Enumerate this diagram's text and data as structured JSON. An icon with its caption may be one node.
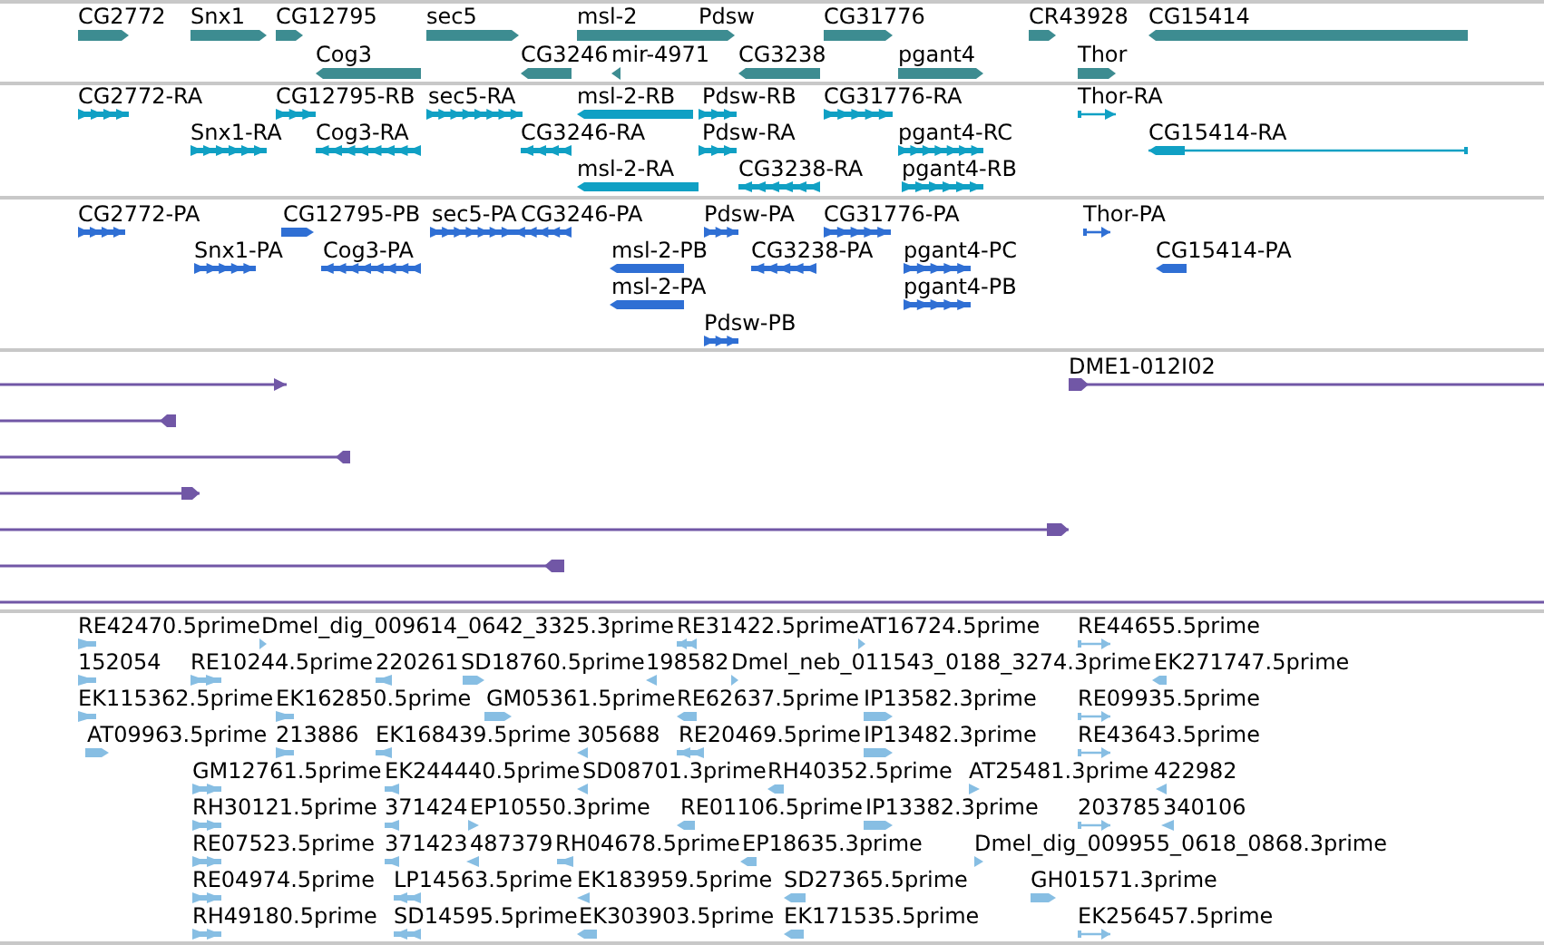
{
  "diagram": {
    "labels": [
      "CG2772",
      "Snx1",
      "CG12795",
      "sec5",
      "msl-2",
      "Pdsw",
      "CG31776",
      "CR43928",
      "CG15414",
      "Cog3",
      "CG3246",
      "mir-4971",
      "CG3238",
      "pgant4",
      "Thor",
      "CG2772-RA",
      "CG12795-RB",
      "sec5-RA",
      "msl-2-RB",
      "Pdsw-RB",
      "CG31776-RA",
      "Thor-RA",
      "Snx1-RA",
      "Cog3-RA",
      "CG3246-RA",
      "Pdsw-RA",
      "pgant4-RC",
      "CG15414-RA",
      "msl-2-RA",
      "CG3238-RA",
      "pgant4-RB",
      "CG2772-PA",
      "CG12795-PB",
      "sec5-PA",
      "CG3246-PA",
      "Pdsw-PA",
      "CG31776-PA",
      "Thor-PA",
      "Snx1-PA",
      "Cog3-PA",
      "msl-2-PB",
      "CG3238-PA",
      "pgant4-PC",
      "CG15414-PA",
      "msl-2-PA",
      "pgant4-PB",
      "Pdsw-PB",
      "DME1-012I02",
      "RE42470.5prime",
      "Dmel_dig_009614_0642_3325.3prime",
      "RE31422.5prime",
      "AT16724.5prime",
      "RE44655.5prime",
      "152054",
      "RE10244.5prime",
      "220261",
      "SD18760.5prime",
      "198582",
      "Dmel_neb_011543_0188_3274.3prime",
      "EK271747.5prime",
      "EK115362.5prime",
      "EK162850.5prime",
      "GM05361.5prime",
      "RE62637.5prime",
      "IP13582.3prime",
      "RE09935.5prime",
      "AT09963.5prime",
      "213886",
      "EK168439.5prime",
      "305688",
      "RE20469.5prime",
      "IP13482.3prime",
      "RE43643.5prime",
      "GM12761.5prime",
      "EK244440.5prime",
      "SD08701.3prime",
      "RH40352.5prime",
      "AT25481.3prime",
      "422982",
      "RH30121.5prime",
      "371424",
      "EP10550.3prime",
      "RE01106.5prime",
      "IP13382.3prime",
      "203785",
      "340106",
      "RE07523.5prime",
      "371423",
      "487379",
      "RH04678.5prime",
      "EP18635.3prime",
      "Dmel_dig_009955_0618_0868.3prime",
      "RE04974.5prime",
      "LP14563.5prime",
      "EK183959.5prime",
      "SD27365.5prime",
      "GH01571.3prime",
      "RH49180.5prime",
      "SD14595.5prime",
      "EK303903.5prime",
      "EK171535.5prime",
      "EK256457.5prime"
    ]
  }
}
